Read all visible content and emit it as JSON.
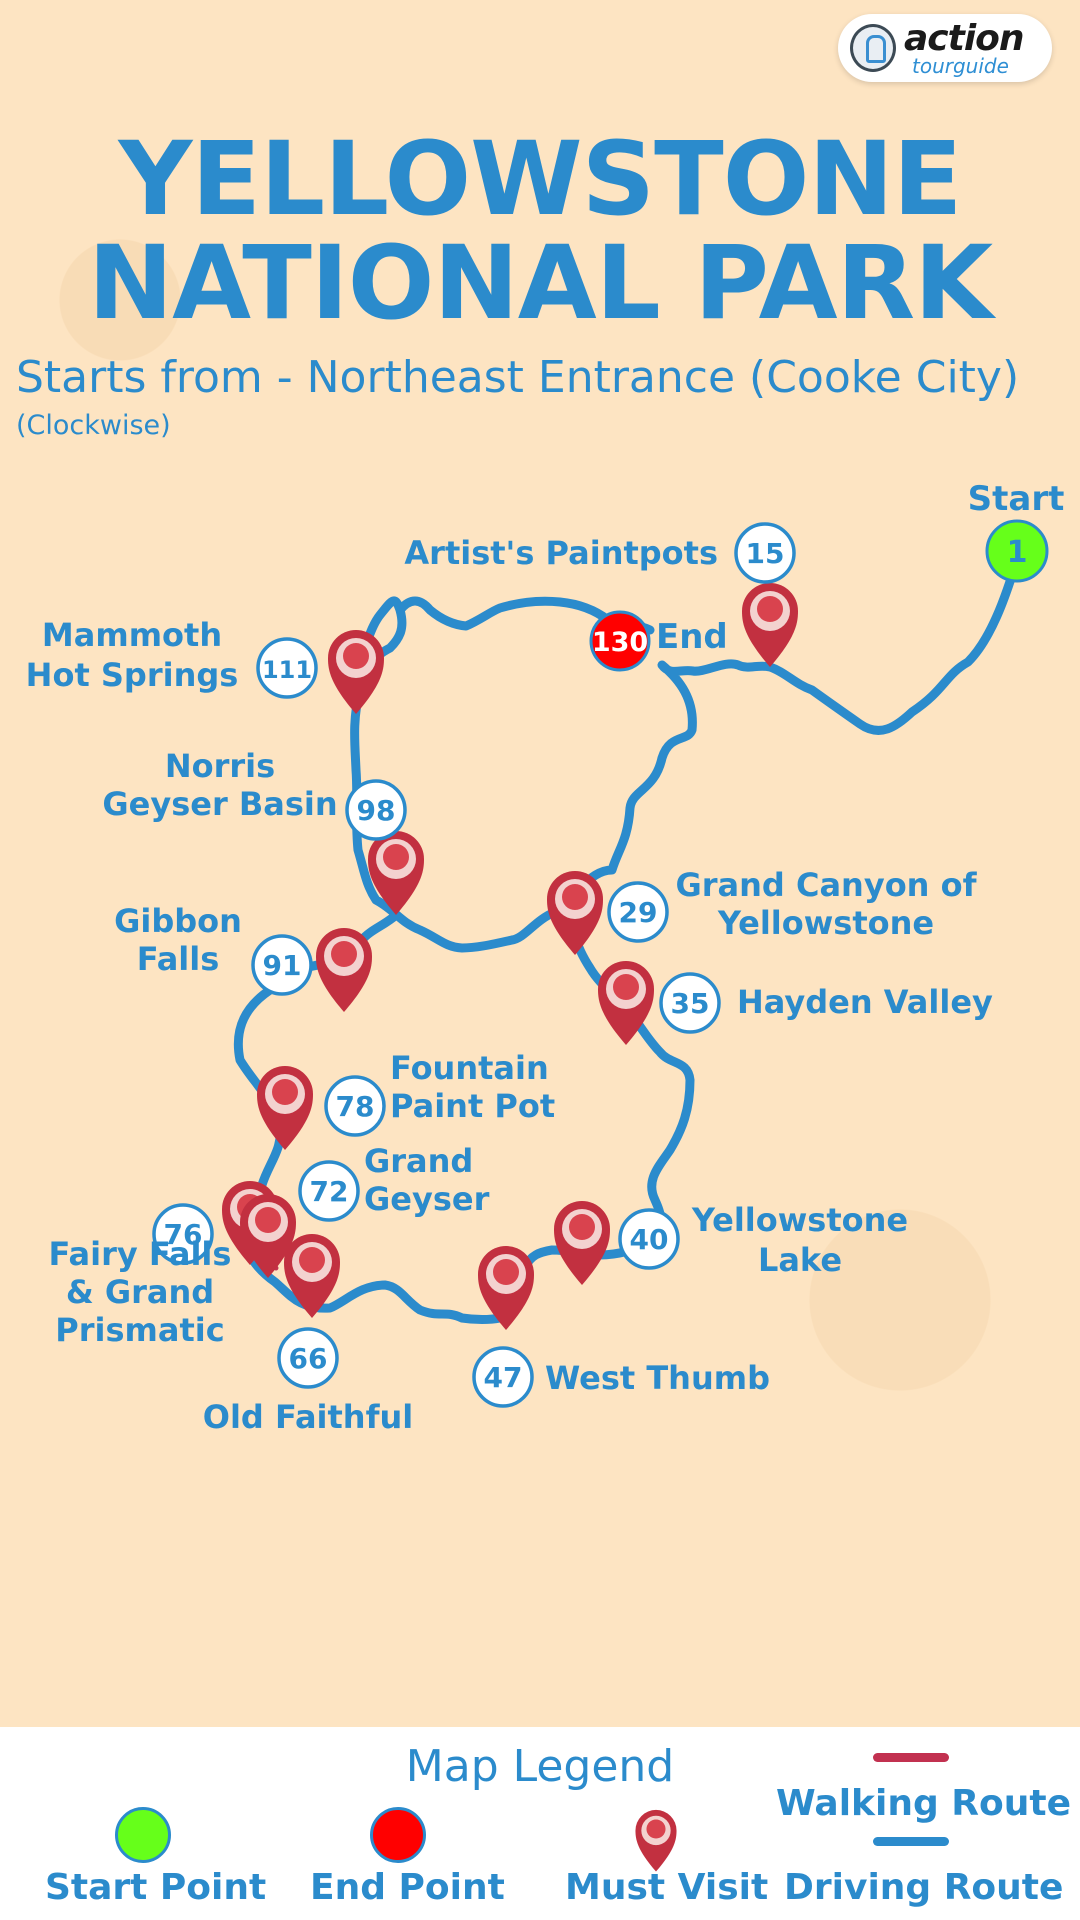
{
  "brand": {
    "word1": "action",
    "word2": "tourguide"
  },
  "title": {
    "line1": "YELLOWSTONE",
    "line2": "NATIONAL PARK"
  },
  "subtitle": "Starts from - Northeast Entrance (Cooke City)",
  "direction_note": "(Clockwise)",
  "colors": {
    "route": "#2b8bcc",
    "walking_route": "#c23150",
    "start": "#66ff1a",
    "end": "#ff0000",
    "pin": "#c23040",
    "background": "#fde4c2"
  },
  "start": {
    "label": "Start",
    "number": "1"
  },
  "end": {
    "label": "End",
    "number": "130"
  },
  "stops": [
    {
      "number": "15",
      "name": [
        "Artist's Paintpots"
      ]
    },
    {
      "number": "111",
      "name": [
        "Mammoth",
        "Hot Springs"
      ]
    },
    {
      "number": "98",
      "name": [
        "Norris",
        "Geyser Basin"
      ]
    },
    {
      "number": "29",
      "name": [
        "Grand Canyon of",
        "Yellowstone"
      ]
    },
    {
      "number": "91",
      "name": [
        "Gibbon",
        "Falls"
      ]
    },
    {
      "number": "35",
      "name": [
        "Hayden Valley"
      ]
    },
    {
      "number": "78",
      "name": [
        "Fountain",
        "Paint Pot"
      ]
    },
    {
      "number": "72",
      "name": [
        "Grand",
        "Geyser"
      ]
    },
    {
      "number": "76",
      "name": [
        "Fairy Falls",
        "& Grand",
        "Prismatic"
      ]
    },
    {
      "number": "40",
      "name": [
        "Yellowstone",
        "Lake"
      ]
    },
    {
      "number": "66",
      "name": [
        "Old Faithful"
      ]
    },
    {
      "number": "47",
      "name": [
        "West Thumb"
      ]
    }
  ],
  "legend": {
    "title": "Map Legend",
    "start_point": "Start Point",
    "end_point": "End Point",
    "must_visit": "Must Visit",
    "walking_route": "Walking Route",
    "driving_route": "Driving Route"
  }
}
